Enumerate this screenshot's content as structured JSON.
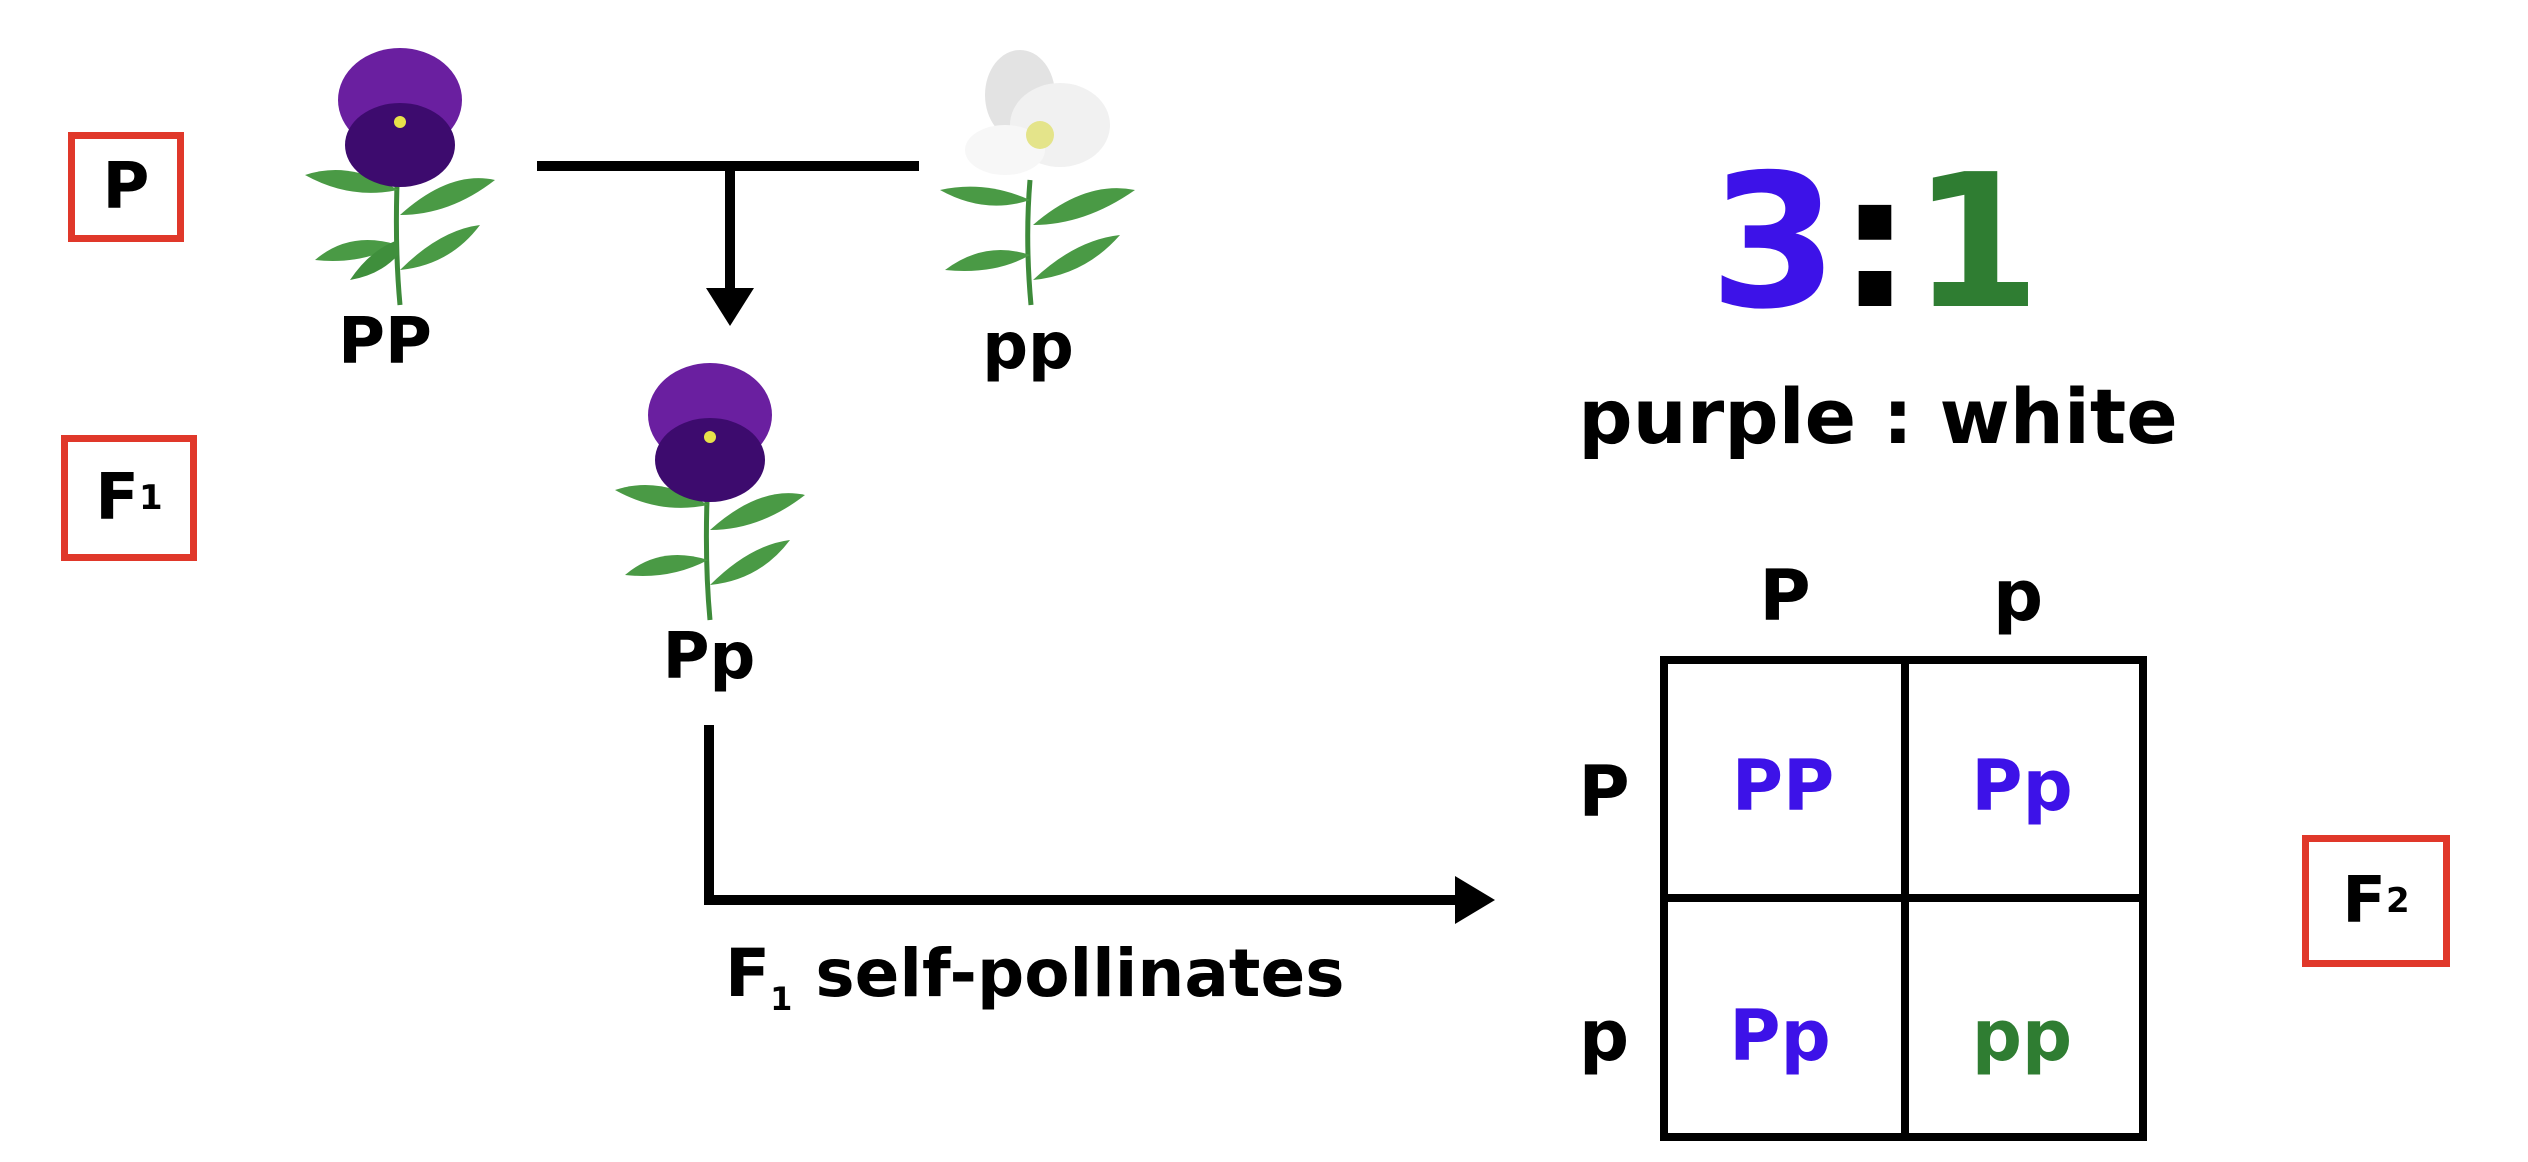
{
  "generations": {
    "p": {
      "label": "P"
    },
    "f1": {
      "label": "F",
      "sub": "1"
    },
    "f2": {
      "label": "F",
      "sub": "2"
    }
  },
  "parents": {
    "purple": {
      "genotype": "PP"
    },
    "white": {
      "genotype": "pp"
    }
  },
  "f1_plant": {
    "genotype": "Pp"
  },
  "self_pollination": {
    "prefix": "F",
    "sub": "1",
    "text": " self-pollinates"
  },
  "ratio": {
    "left": "3",
    "sep": ":",
    "right": "1",
    "caption": "purple : white"
  },
  "punnett": {
    "col_headers": [
      "P",
      "p"
    ],
    "row_headers": [
      "P",
      "p"
    ],
    "cells": [
      [
        "PP",
        "Pp"
      ],
      [
        "Pp",
        "pp"
      ]
    ]
  },
  "colors": {
    "dominant": "#3d12e8",
    "recessive": "#2f7d32",
    "box": "#e0382a"
  }
}
